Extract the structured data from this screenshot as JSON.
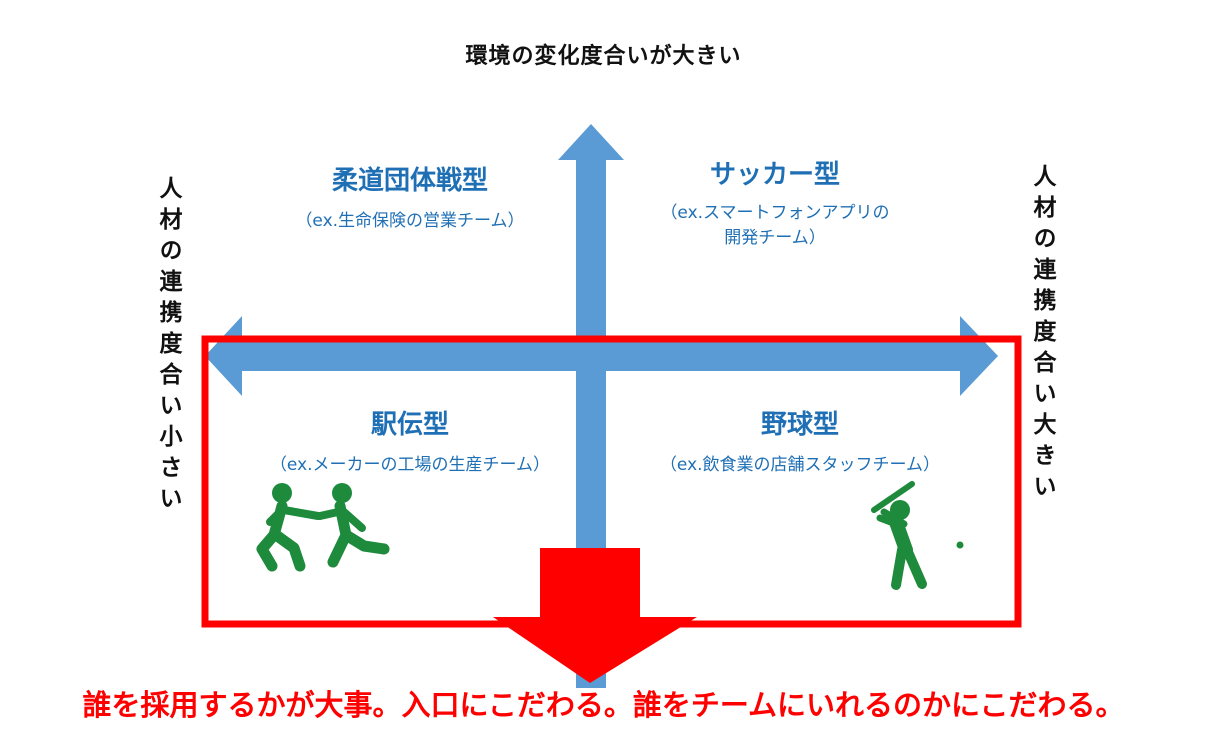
{
  "axes": {
    "top": "環境の変化度合いが大きい",
    "left": "人材の連携度合い小さい",
    "right": "人材の連携度合い大きい"
  },
  "quadrants": {
    "top_left": {
      "title": "柔道団体戦型",
      "example": "（ex.生命保険の営業チーム）"
    },
    "top_right": {
      "title": "サッカー型",
      "example_line1": "（ex.スマートフォンアプリの",
      "example_line2": "開発チーム）"
    },
    "bottom_left": {
      "title": "駅伝型",
      "example": "（ex.メーカーの工場の生産チーム）"
    },
    "bottom_right": {
      "title": "野球型",
      "example": "（ex.飲食業の店舗スタッフチーム）"
    }
  },
  "conclusion": "誰を採用するかが大事。入口にこだわる。誰をチームにいれるのかにこだわる。",
  "colors": {
    "axis_blue": "#5b9bd5",
    "text_blue": "#1f6fb5",
    "highlight_red": "#ff0000",
    "figure_green": "#1e8a3c"
  },
  "icons": {
    "bottom_left": "relay-runners-icon",
    "bottom_right": "baseball-batter-icon"
  }
}
